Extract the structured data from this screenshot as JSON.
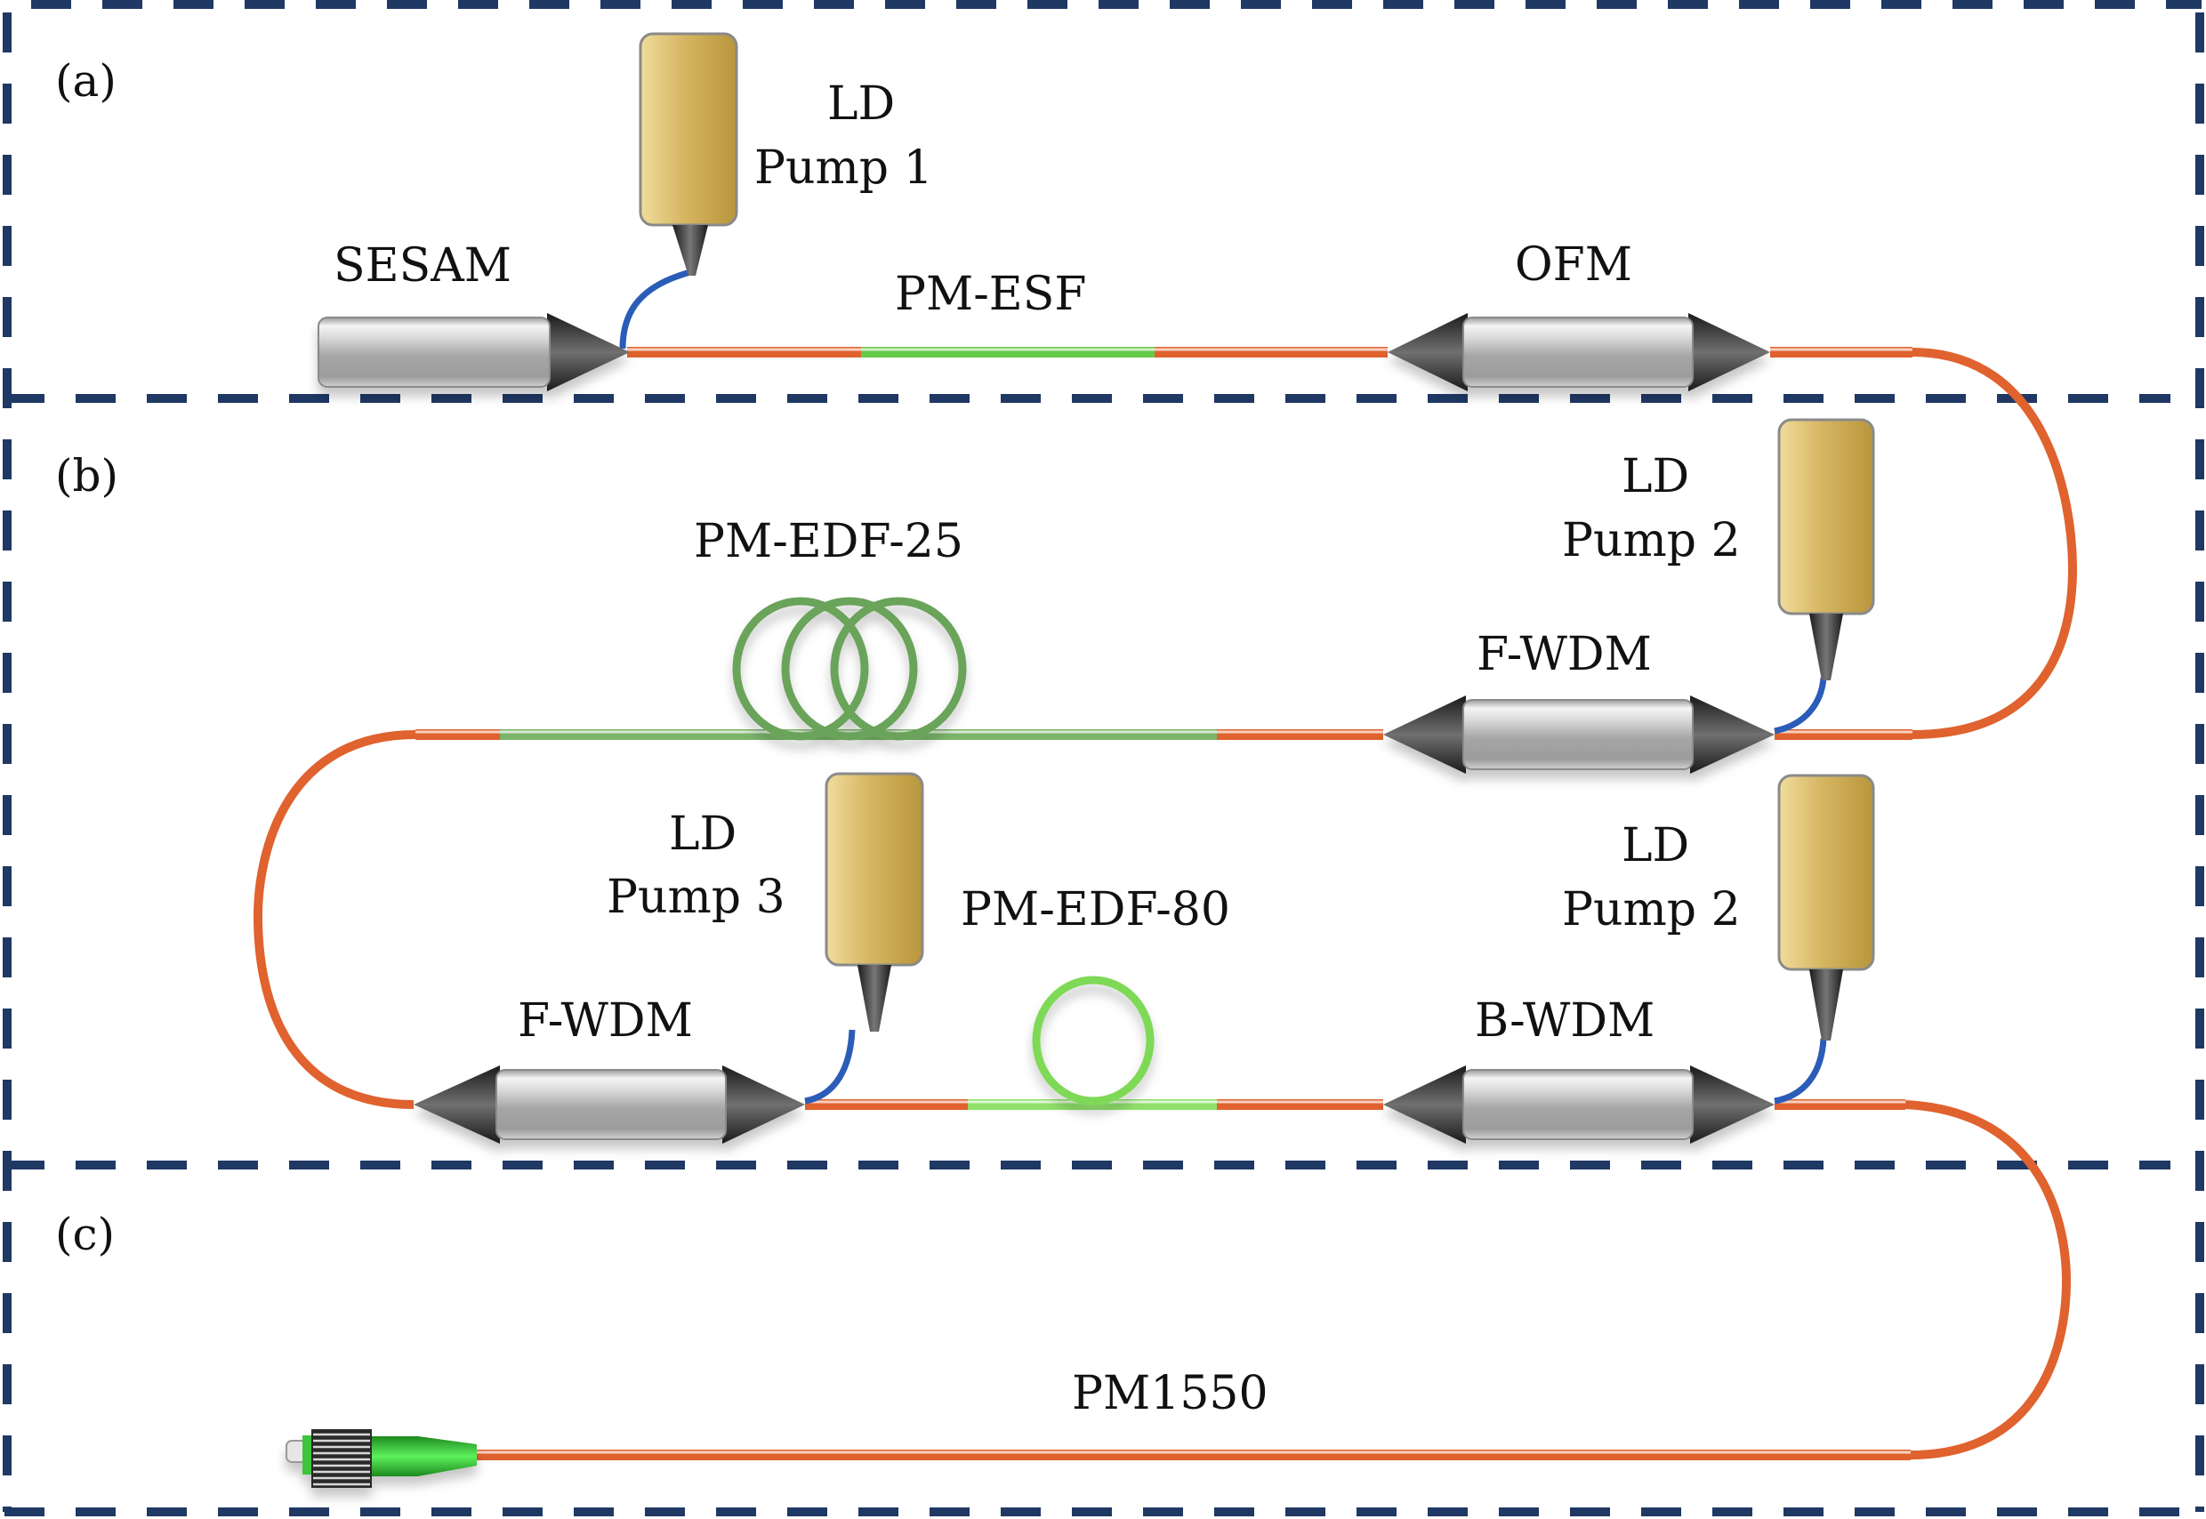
{
  "figure": {
    "panels": [
      {
        "id": "a",
        "label": "(a)"
      },
      {
        "id": "b",
        "label": "(b)"
      },
      {
        "id": "c",
        "label": "(c)"
      }
    ],
    "components": {
      "sesam": "SESAM",
      "pump1": {
        "line1": "LD",
        "line2": "Pump 1"
      },
      "pm_esf": "PM-ESF",
      "ofm": "OFM",
      "pump2_top": {
        "line1": "LD",
        "line2": "Pump 2"
      },
      "f_wdm_top": "F-WDM",
      "pm_edf_25": "PM-EDF-25",
      "pump3": {
        "line1": "LD",
        "line2": "Pump 3"
      },
      "f_wdm_bottom": "F-WDM",
      "pm_edf_80": "PM-EDF-80",
      "b_wdm": "B-WDM",
      "pump2_bottom": {
        "line1": "LD",
        "line2": "Pump 2"
      },
      "pm1550": "PM1550"
    },
    "colors": {
      "border": "#1f3864",
      "pm_fiber": "#e0622e",
      "gain_fiber_dark": "#6aa35a",
      "gain_fiber_light": "#7ed957",
      "pump_body": "#d4b25c",
      "pump_pigtail": "#2b5db8",
      "device_body": "#b8b8b8",
      "connector_boot": "#3cc53c"
    }
  }
}
